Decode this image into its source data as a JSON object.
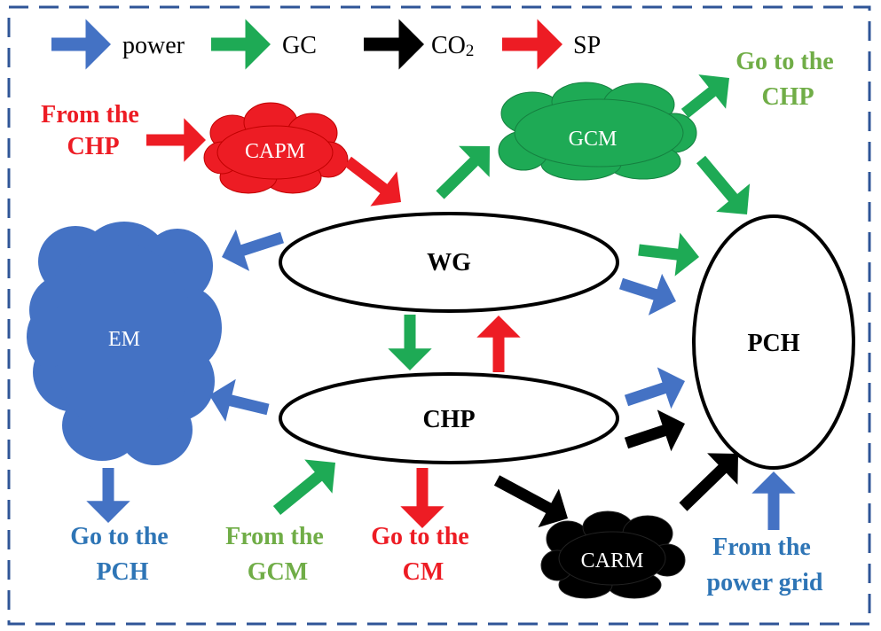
{
  "legend": {
    "power": "power",
    "gc": "GC",
    "co2_main": "CO",
    "co2_sub": "2",
    "sp": "SP"
  },
  "nodes": {
    "wg": "WG",
    "chp": "CHP",
    "pch": "PCH",
    "em": "EM",
    "capm": "CAPM",
    "gcm": "GCM",
    "carm": "CARM"
  },
  "labels": {
    "from_chp": [
      "From the",
      "CHP"
    ],
    "go_to_chp": [
      "Go to the",
      "CHP"
    ],
    "em_to_pch": [
      "Go to the",
      "PCH"
    ],
    "from_gcm": [
      "From the",
      "GCM"
    ],
    "go_to_cm": [
      "Go to the",
      "CM"
    ],
    "from_grid": [
      "From the",
      "power grid"
    ]
  },
  "colors": {
    "power": "#4472C4",
    "gc": "#1EAA55",
    "co2": "#000000",
    "sp": "#ED1C24",
    "text_blue": "#2E75B6",
    "text_green": "#70AD47",
    "text_red": "#ED1C24",
    "border": "#2F5597"
  }
}
